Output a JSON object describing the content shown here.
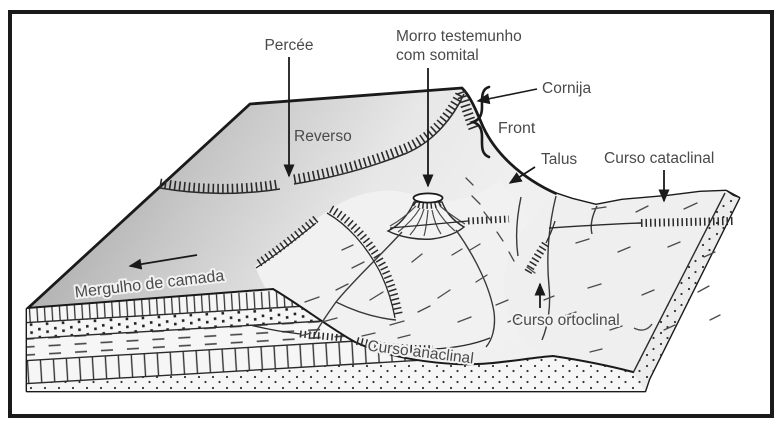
{
  "figure": {
    "type": "geomorphology-block-diagram",
    "subject": "cuesta relief with consequent/subsequent drainage"
  },
  "labels": {
    "percee": "Percée",
    "morro_line1": "Morro testemunho",
    "morro_line2": "com somital",
    "cornija": "Cornija",
    "front": "Front",
    "talus": "Talus",
    "curso_cataclinal": "Curso cataclinal",
    "reverso": "Reverso",
    "mergulho_de_camada": "Mergulho de camada",
    "curso_ortoclinal": "Curso ortoclinal",
    "curso_anaclinal": "Curso anaclinal"
  },
  "colors": {
    "background": "#ffffff",
    "frame": "#1a1a1a",
    "outline": "#1a1a1a",
    "label_text": "#4a4a4a",
    "plateau_dark": "#a6a6a6",
    "plateau_light": "#eeeeee",
    "terrain_fill": "#f1f1f1",
    "hatch": "#2a2a2a"
  }
}
